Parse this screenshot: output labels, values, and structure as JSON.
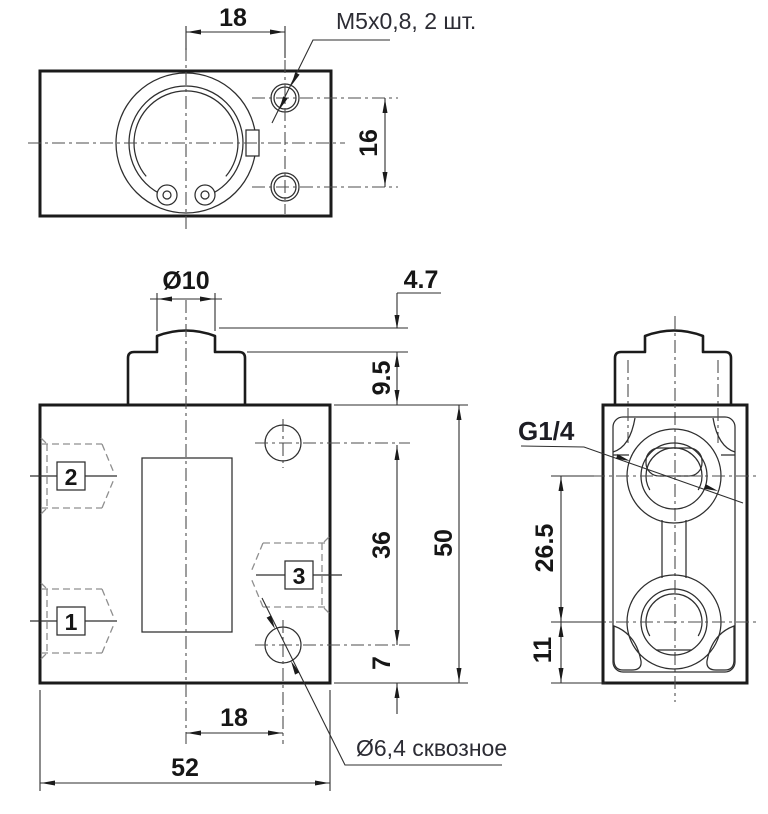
{
  "title": "Pneumatic valve dimensional drawing",
  "colors": {
    "line": "#2e2e2e",
    "outline": "#1b1b1b",
    "hidden_line": "#8f8f8f",
    "centerline": "#4d4d4d",
    "dim_text": "#161616",
    "label_text": "#2c2c34"
  },
  "top_view": {
    "dim_hole_offset": "18",
    "dim_hole_spacing": "16",
    "thread_callout": "M5x0,8, 2 шт."
  },
  "front_view": {
    "dim_stem_dia": "Ø10",
    "dim_dome_height": "4.7",
    "dim_cap_height": "9.5",
    "dim_hole_span": "36",
    "dim_body_height": "50",
    "dim_hole_to_bottom": "7",
    "dim_hole_offset": "18",
    "dim_body_width": "52",
    "through_hole_callout": "Ø6,4 сквозное",
    "port_labels": {
      "p1": "1",
      "p2": "2",
      "p3": "3"
    }
  },
  "side_view": {
    "port_thread_callout": "G1/4",
    "dim_port_spacing": "26.5",
    "dim_port_to_bottom": "11"
  }
}
